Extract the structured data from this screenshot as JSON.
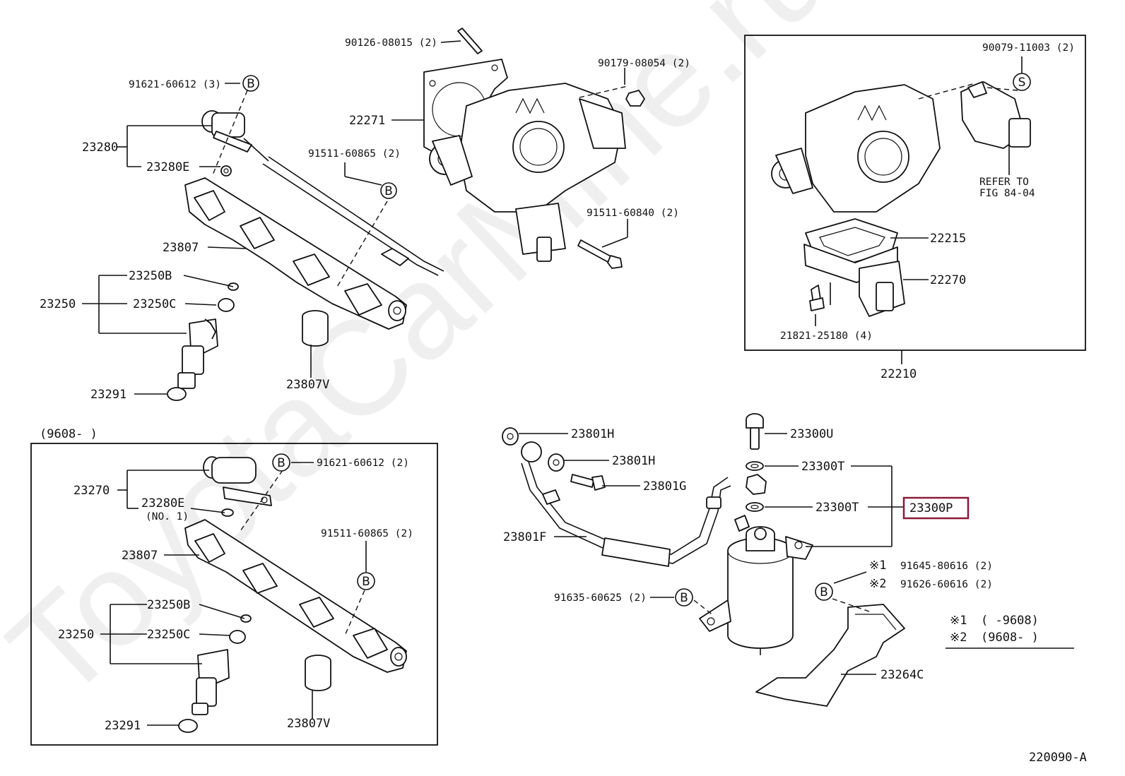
{
  "watermark": "ToyotaCarMine.ru",
  "figure_code": "220090-A",
  "bubble_letters": {
    "b": "B",
    "s": "S"
  },
  "highlight_color": "#8b1a3a",
  "top_left": {
    "bolt_91621": "91621-60612 (3)",
    "p23280": "23280",
    "p23280e": "23280E",
    "bolt_91511": "91511-60865 (2)",
    "p23807": "23807",
    "p23250b": "23250B",
    "p23250": "23250",
    "p23250c": "23250C",
    "p23291": "23291",
    "p23807v": "23807V"
  },
  "throttle": {
    "stud": "90126-08015 (2)",
    "nut": "90179-08054 (2)",
    "gasket": "22271",
    "bolt": "91511-60840 (2)"
  },
  "top_right": {
    "screw": "90079-11003 (2)",
    "refer_line1": "REFER TO",
    "refer_line2": "FIG 84-04",
    "p22215": "22215",
    "p22270": "22270",
    "screw2": "21821-25180 (4)",
    "assembly": "22210"
  },
  "bottom_left": {
    "period": "(9608-      )",
    "p23270": "23270",
    "p23280e": "23280E",
    "no1": "(NO. 1)",
    "bolt_91621": "91621-60612 (2)",
    "bolt_91511": "91511-60865 (2)",
    "p23807": "23807",
    "p23250b": "23250B",
    "p23250": "23250",
    "p23250c": "23250C",
    "p23291": "23291",
    "p23807v": "23807V"
  },
  "bottom_right": {
    "gasket_h1": "23801H",
    "gasket_h2": "23801H",
    "bolt_g": "23801G",
    "hose_f": "23801F",
    "bolt_u": "23300U",
    "gasket_t1": "23300T",
    "gasket_t2": "23300T",
    "p23300p": "23300P",
    "mark1": "※1",
    "mark2": "※2",
    "bolt_91645": "91645-80616 (2)",
    "bolt_91626": "91626-60616 (2)",
    "bolt_91635": "91635-60625 (2)",
    "bracket": "23264C",
    "legend1_range": "(       -9608)",
    "legend2_range": "(9608-       )"
  }
}
